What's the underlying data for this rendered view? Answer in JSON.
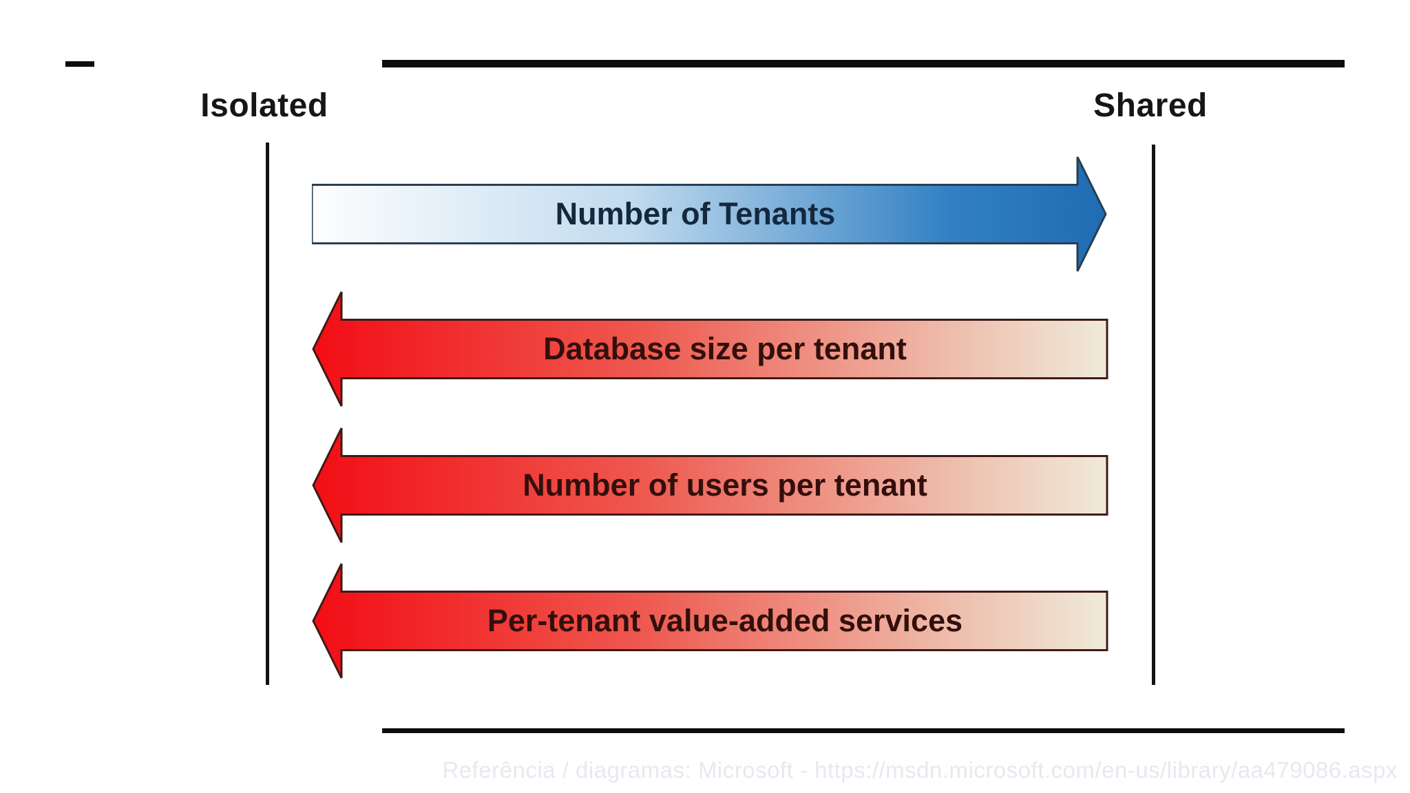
{
  "diagram": {
    "title_implicit": "Multi-tenancy continuum",
    "poles": {
      "left": "Isolated",
      "right": "Shared"
    },
    "arrows": [
      {
        "label": "Number of Tenants",
        "direction": "right",
        "theme": "blue"
      },
      {
        "label": "Database size per tenant",
        "direction": "left",
        "theme": "red"
      },
      {
        "label": "Number of users per tenant",
        "direction": "left",
        "theme": "red"
      },
      {
        "label": "Per-tenant value-added services",
        "direction": "left",
        "theme": "red"
      }
    ],
    "watermark": "Referência / diagramas: Microsoft - https://msdn.microsoft.com/en-us/library/aa479086.aspx",
    "colors": {
      "blue_strong": "#1f6cb3",
      "blue_light": "#fdfeff",
      "blue_outline": "#2a3e52",
      "red_strong": "#f30d15",
      "red_fade": "#f0ead9",
      "red_outline": "#3f1a17",
      "rule_black": "#0d0d0d",
      "pole_text": "#161616",
      "watermark_gray": "#e9e7f0"
    }
  }
}
